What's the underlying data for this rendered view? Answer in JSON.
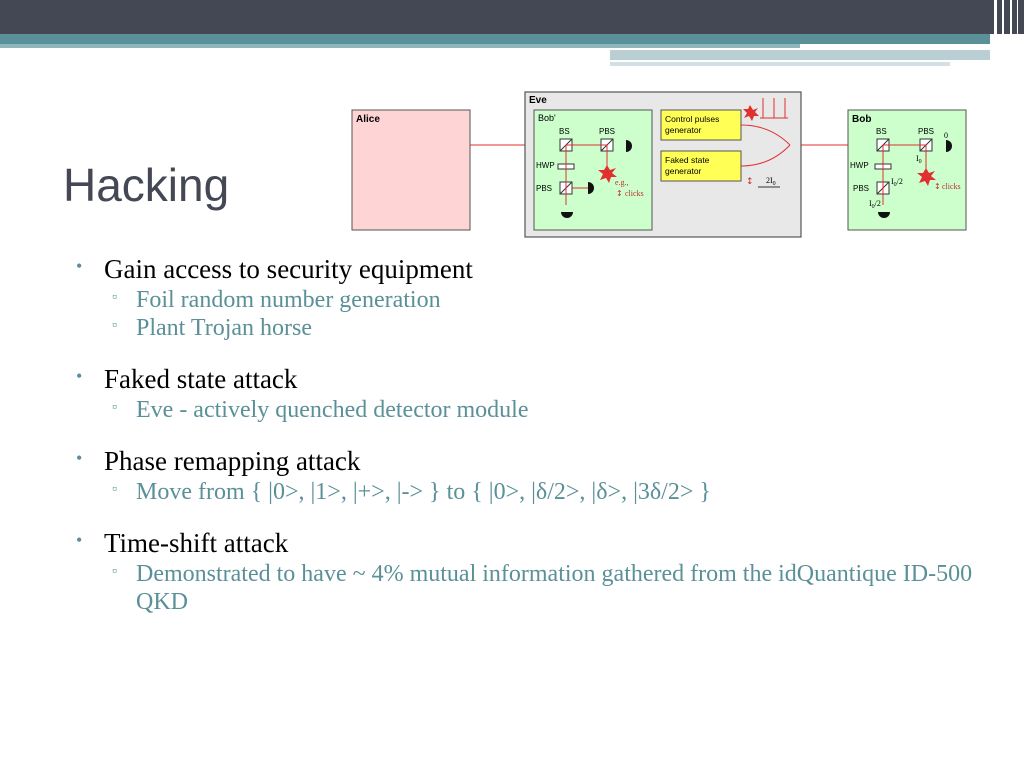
{
  "slide": {
    "title": "Hacking"
  },
  "diagram": {
    "alice_label": "Alice",
    "eve_label": "Eve",
    "bob_prime_label": "Bob'",
    "bob_label": "Bob",
    "bs": "BS",
    "pbs": "PBS",
    "hwp": "HWP",
    "control_pulses_line1": "Control pulses",
    "control_pulses_line2": "generator",
    "faked_state_line1": "Faked state",
    "faked_state_line2": "generator",
    "eg_label": "e.g.,",
    "clicks_label": "clicks",
    "two_i0": "2I",
    "i0": "I",
    "zero": "0",
    "i0_half": "I",
    "colors": {
      "alice_fill": "#ffd4d4",
      "module_fill": "#ccffcc",
      "eve_fill": "#e8e8e8",
      "generator_fill": "#ffff55",
      "beam": "#e03030"
    }
  },
  "bullets": [
    {
      "text": "Gain access to security equipment",
      "subs": [
        "Foil random number generation",
        "Plant Trojan horse"
      ]
    },
    {
      "text": "Faked state attack",
      "subs": [
        "Eve - actively quenched detector module"
      ]
    },
    {
      "text": "Phase remapping attack",
      "subs": [
        "Move from { |0>, |1>, |+>, |-> } to { |0>, |δ/2>, |δ>, |3δ/2> }"
      ]
    },
    {
      "text": "Time-shift attack",
      "subs": [
        "Demonstrated to have ~ 4% mutual information gathered from the idQuantique ID-500 QKD"
      ]
    }
  ]
}
